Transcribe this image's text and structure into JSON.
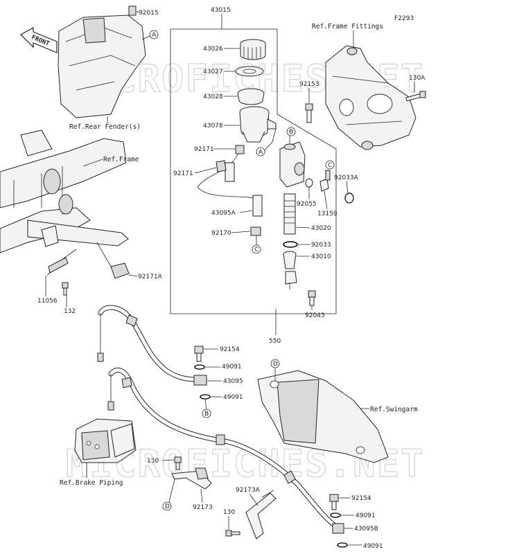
{
  "figure_code": "F2293",
  "front_label": "FRONT",
  "watermark": "MICROFICHES.NET",
  "refs": {
    "rear_fender": "Ref.Rear Fender(s)",
    "frame": "Ref.Frame",
    "frame_fittings": "Ref.Frame Fittings",
    "swingarm": "Ref.Swingarm",
    "brake_piping": "Ref.Brake Piping"
  },
  "callouts": [
    "A",
    "B",
    "C",
    "D"
  ],
  "parts": {
    "p92015": "92015",
    "p43015": "43015",
    "p43026": "43026",
    "p43027": "43027",
    "p43028": "43028",
    "p43078": "43078",
    "p92171_a": "92171",
    "p92171_b": "92171",
    "p43095A": "43095A",
    "p92170": "92170",
    "p92153": "92153",
    "p130A": "130A",
    "p92033A": "92033A",
    "p92055": "92055",
    "p13159": "13159",
    "p43020": "43020",
    "p92033": "92033",
    "p43010": "43010",
    "p92043": "92043",
    "p550": "550",
    "p92171A": "92171A",
    "p11056": "11056",
    "p132": "132",
    "p92154_a": "92154",
    "p49091_a": "49091",
    "p43095": "43095",
    "p49091_b": "49091",
    "p130_a": "130",
    "p92173": "92173",
    "p92173A": "92173A",
    "p130_b": "130",
    "p92154_b": "92154",
    "p49091_c": "49091",
    "p43095B": "43095B",
    "p49091_d": "49091"
  }
}
